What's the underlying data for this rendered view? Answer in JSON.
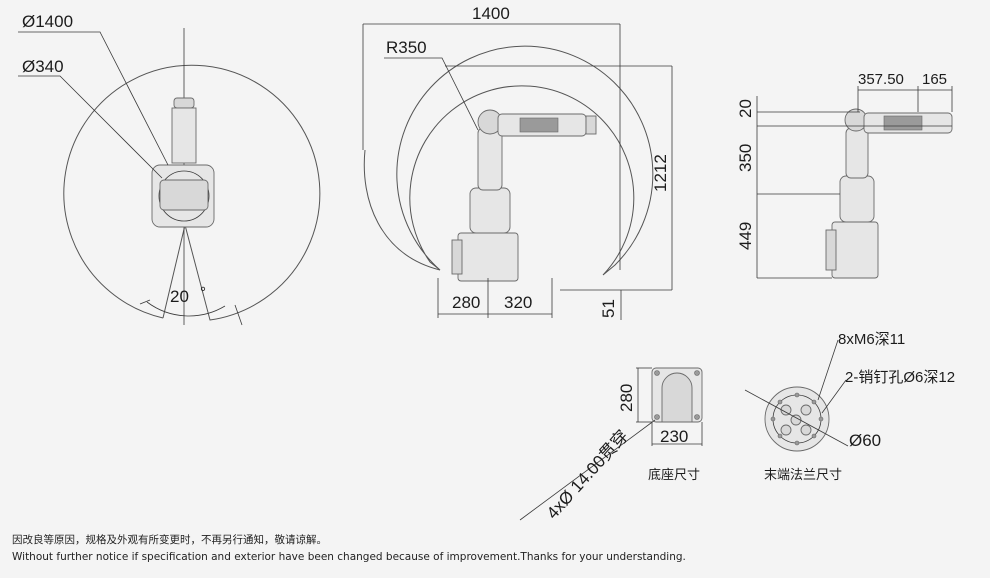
{
  "top_view": {
    "dia_reach": "Ø1400",
    "dia_base": "Ø340",
    "angle": "20",
    "angle_unit": "°"
  },
  "side_view": {
    "width_total": "1400",
    "radius": "R350",
    "height_total": "1212",
    "dim_left": "280",
    "dim_right": "320",
    "dim_bottom": "51"
  },
  "side_view2": {
    "dim_reach": "357.50",
    "dim_flange": "165",
    "dim_20": "20",
    "dim_350": "350",
    "dim_449": "449"
  },
  "base_detail": {
    "dim_280": "280",
    "dim_230": "230",
    "holes": "4xØ 14.00贯穿",
    "caption": "底座尺寸"
  },
  "flange_detail": {
    "threads": "8xM6深11",
    "pins": "2-销钉孔Ø6深12",
    "dia": "Ø60",
    "caption": "末端法兰尺寸"
  },
  "footnote": {
    "cn": "因改良等原因，规格及外观有所变更时，不再另行通知，敬请谅解。",
    "en": "Without further notice if specification and exterior have been changed because of improvement.Thanks for your understanding."
  }
}
